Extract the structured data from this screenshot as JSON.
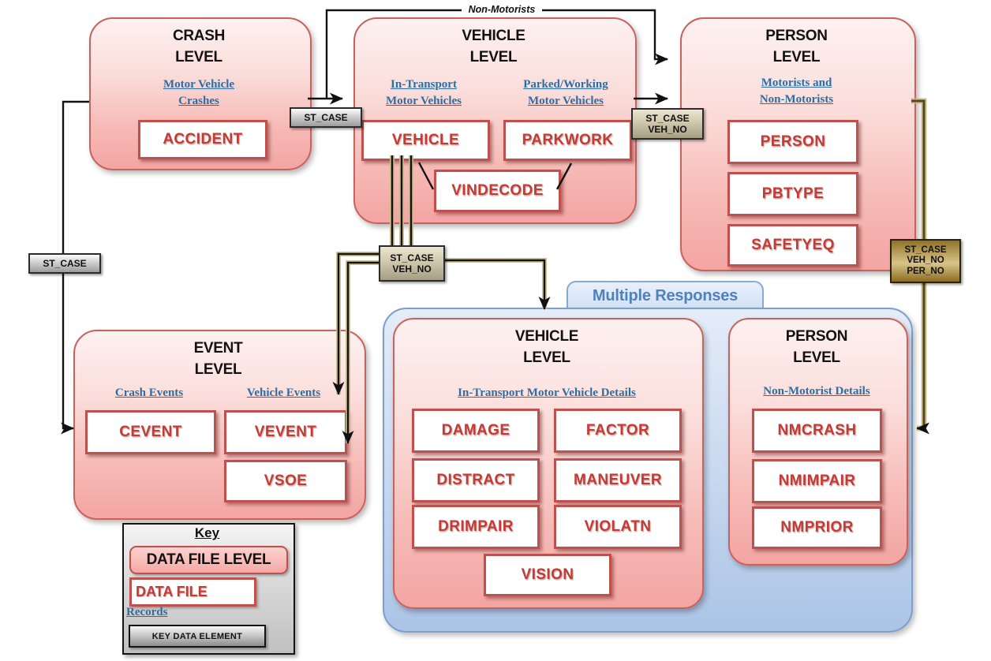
{
  "crash": {
    "title": [
      "CRASH",
      "LEVEL"
    ],
    "subtitle": [
      "Motor Vehicle",
      "Crashes"
    ],
    "file": "ACCIDENT"
  },
  "vehicle": {
    "title": [
      "VEHICLE",
      "LEVEL"
    ],
    "in_transport": {
      "label": [
        "In-Transport",
        "Motor Vehicles"
      ],
      "file": "VEHICLE"
    },
    "parked": {
      "label": [
        "Parked/Working",
        "Motor Vehicles"
      ],
      "file": "PARKWORK"
    },
    "decode_file": "VINDECODE"
  },
  "person": {
    "title": [
      "PERSON",
      "LEVEL"
    ],
    "subtitle": [
      "Motorists and",
      "Non-Motorists"
    ],
    "files": [
      "PERSON",
      "PBTYPE",
      "SAFETYEQ"
    ]
  },
  "event": {
    "title": [
      "EVENT",
      "LEVEL"
    ],
    "crash_events": {
      "label": "Crash Events",
      "file": "CEVENT"
    },
    "vehicle_events": {
      "label": "Vehicle Events",
      "files": [
        "VEVENT",
        "VSOE"
      ]
    }
  },
  "multiple_responses": {
    "label": "Multiple Responses",
    "vehicle": {
      "title": [
        "VEHICLE",
        "LEVEL"
      ],
      "subtitle": "In-Transport Motor Vehicle Details",
      "files": [
        "DAMAGE",
        "FACTOR",
        "DISTRACT",
        "MANEUVER",
        "DRIMPAIR",
        "VIOLATN",
        "VISION"
      ]
    },
    "person": {
      "title": [
        "PERSON",
        "LEVEL"
      ],
      "subtitle": "Non-Motorist Details",
      "files": [
        "NMCRASH",
        "NMIMPAIR",
        "NMPRIOR"
      ]
    }
  },
  "key_legend": {
    "title": "Key",
    "data_file_level": "DATA FILE LEVEL",
    "data_file": "DATA FILE",
    "records": "Records",
    "key_data_element": "KEY DATA ELEMENT"
  },
  "connectors": {
    "non_motorists": "Non-Motorists",
    "st_case_crash_vehicle": "ST_CASE",
    "st_case_crash_event": "ST_CASE",
    "vehicle_person": [
      "ST_CASE",
      "VEH_NO"
    ],
    "vehicle_detail": [
      "ST_CASE",
      "VEH_NO"
    ],
    "person_detail": [
      "ST_CASE",
      "VEH_NO",
      "PER_NO"
    ]
  },
  "colors": {
    "level_fill_top": "#fdf1f0",
    "level_fill_bottom": "#f3a5a2",
    "level_border": "#c9615c",
    "file_border": "#c0504d",
    "file_text": "#c23b35",
    "link_text": "#2e6da4",
    "mr_fill": "#c6d7ee",
    "mr_border": "#7ba0cc",
    "mr_label_text": "#4f81bd",
    "gold_line": "#57481c",
    "black_line": "#121212"
  }
}
